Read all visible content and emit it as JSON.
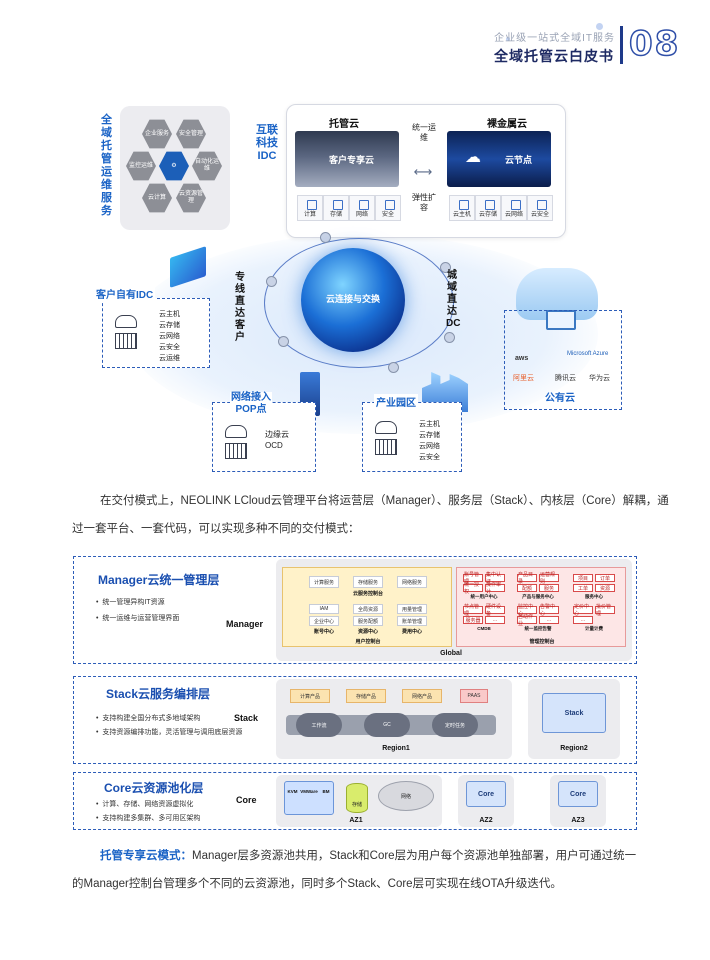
{
  "header": {
    "subtitle": "企业级一站式全域IT服务",
    "title": "全域托管云白皮书",
    "page_number": "08"
  },
  "fig1": {
    "services_label": "全域托管运维服务",
    "services": [
      "企业服务",
      "安全管理",
      "自动化运维",
      "监控运维",
      "云计算",
      "云资源管理"
    ],
    "idc_label": "互联科技IDC",
    "managed_cloud": {
      "title": "托管云",
      "caption": "客户专享云",
      "resources": [
        "计算",
        "存储",
        "网络",
        "安全"
      ]
    },
    "unified_ops": "统一运维",
    "elastic": "弹性扩容",
    "bare_metal": {
      "title": "裸金属云",
      "caption": "云节点",
      "resources": [
        "云主机",
        "云存储",
        "云网络",
        "云安全"
      ]
    },
    "globe_text": "云连接与交换",
    "dedicated_line": "专线直达客户",
    "metro_line": "城域直达DC",
    "own_idc": {
      "title": "客户自有IDC",
      "items": [
        "云主机",
        "云存储",
        "云网络",
        "云安全",
        "云运维"
      ]
    },
    "pop": {
      "title": "网络接入POP点",
      "items": [
        "边缘云",
        "OCD"
      ]
    },
    "park": {
      "title": "产业园区",
      "items": [
        "云主机",
        "云存储",
        "云网络",
        "云安全"
      ]
    },
    "public_cloud": {
      "title": "公有云",
      "providers": [
        "aws",
        "Microsoft Azure",
        "阿里云",
        "腾讯云",
        "华为云"
      ]
    }
  },
  "para1": {
    "line1": "在交付模式上，NEOLINK LCloud云管理平台将运营层（Manager）、服务层（Stack）、内核层（Core）解耦，通",
    "line2": "过一套平台、一套代码，可以实现多种不同的交付模式："
  },
  "fig2": {
    "manager": {
      "title": "Manager云统一管理层",
      "bullets": [
        "统一管理异构IT资源",
        "统一运维与运营管理界面"
      ],
      "key": "Manager",
      "console": {
        "top": [
          "计算服务",
          "存储服务",
          "网络服务"
        ],
        "top_label": "云服务控制台",
        "accounts": [
          "IAM",
          "全局资源",
          "用量管理"
        ],
        "accounts2": [
          "企业中心",
          "服务配额",
          "账单管理"
        ],
        "account_labels": [
          "账号中心",
          "资源中心",
          "费用中心"
        ],
        "label": "用户控制台"
      },
      "mgmt": {
        "user_center": [
          "账号管理",
          "集中认证",
          "统一授权",
          "操作审计"
        ],
        "user_label": "统一用户中心",
        "product_center": [
          "产品目录",
          "运营规则",
          "配额",
          "服务"
        ],
        "product_label": "产品与服务中心",
        "service_center": [
          "项目",
          "订单",
          "工单",
          "资源"
        ],
        "service_label": "服务中心",
        "cmdb": [
          "节点管理",
          "硬件设备",
          "服务器",
          "..."
        ],
        "cmdb_label": "CMDB",
        "monitor": [
          "监控中心",
          "告警中心",
          "自动作业",
          "..."
        ],
        "monitor_label": "统一监控告警",
        "billing": [
          "定价中心",
          "批价管理",
          "..."
        ],
        "billing_label": "计量计费",
        "label": "管理控制台"
      },
      "global": "Global"
    },
    "stack": {
      "title": "Stack云服务编排层",
      "bullets": [
        "支持构建全国分布式多地域架构",
        "支持资源编排功能，灵活管理与调用底层资源"
      ],
      "key": "Stack",
      "products": [
        "计算产品",
        "存储产品",
        "网络产品",
        "PAAS"
      ],
      "engines": [
        "工作流",
        "GC",
        "定时任务"
      ],
      "region1": "Region1",
      "region2_inner": "Stack",
      "region2": "Region2"
    },
    "core": {
      "title": "Core云资源池化层",
      "bullets": [
        "计算、存储、网络资源虚拟化",
        "支持构建多集群、多可用区架构"
      ],
      "key": "Core",
      "hypervisors": [
        "KVM",
        "VMWare",
        "BM"
      ],
      "storage": "存储",
      "network": "网络",
      "az1": "AZ1",
      "az2_inner": "Core",
      "az2": "AZ2",
      "az3_inner": "Core",
      "az3": "AZ3"
    }
  },
  "para2": {
    "lead": "托管专享云模式：",
    "line1": "Manager层多资源池共用，Stack和Core层为用户每个资源池单独部署，用户可通过统一",
    "line2": "的Manager控制台管理多个不同的云资源池，同时多个Stack、Core层可实现在线OTA升级迭代。"
  },
  "colors": {
    "brand_blue": "#1a63c6",
    "navy": "#1e2a63",
    "dash_blue": "#2c5cb8"
  }
}
